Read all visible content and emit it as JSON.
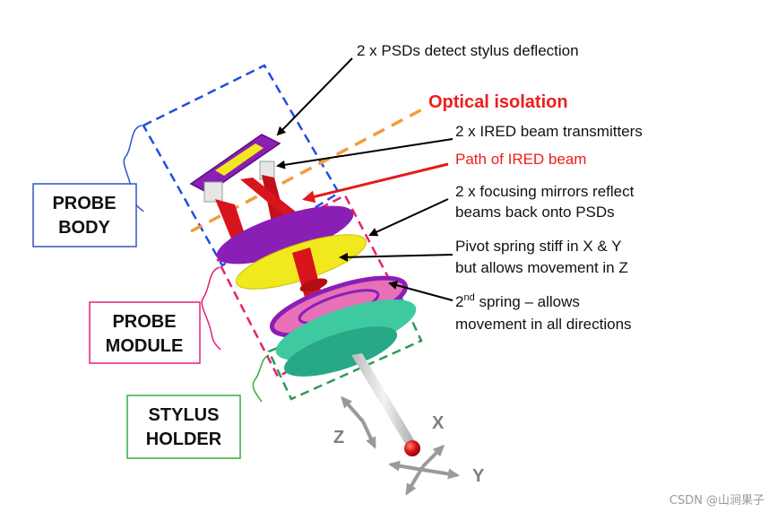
{
  "annotations": {
    "psd": "2 x PSDs detect stylus deflection",
    "optical_isolation": "Optical isolation",
    "ired_transmitters": "2 x IRED beam transmitters",
    "ired_path": "Path of IRED beam",
    "mirrors_line1": "2 x focusing mirrors reflect",
    "mirrors_line2": "beams back onto PSDs",
    "pivot_line1": "Pivot spring stiff in X & Y",
    "pivot_line2": "but allows movement in Z",
    "second_prefix": "2",
    "second_sup": "nd",
    "second_rest": " spring – allows",
    "second_line2": "movement in all directions"
  },
  "boxes": {
    "probe_body": {
      "line1": "PROBE",
      "line2": "BODY",
      "color": "#2e54c8"
    },
    "probe_module": {
      "line1": "PROBE",
      "line2": "MODULE",
      "color": "#e0207a"
    },
    "stylus_holder": {
      "line1": "STYLUS",
      "line2": "HOLDER",
      "color": "#3aaa45"
    }
  },
  "axes": {
    "x": "X",
    "y": "Y",
    "z": "Z"
  },
  "watermark": "CSDN @山涧果子",
  "colors": {
    "blue_dash": "#1f4fe0",
    "pink_dash": "#e8206e",
    "green_dash": "#2f9a56",
    "orange_dash": "#f39c3c",
    "purple": "#8a1fb5",
    "yellow": "#f2e81e",
    "red_part": "#d8141c",
    "teal": "#3ec9a0"
  }
}
